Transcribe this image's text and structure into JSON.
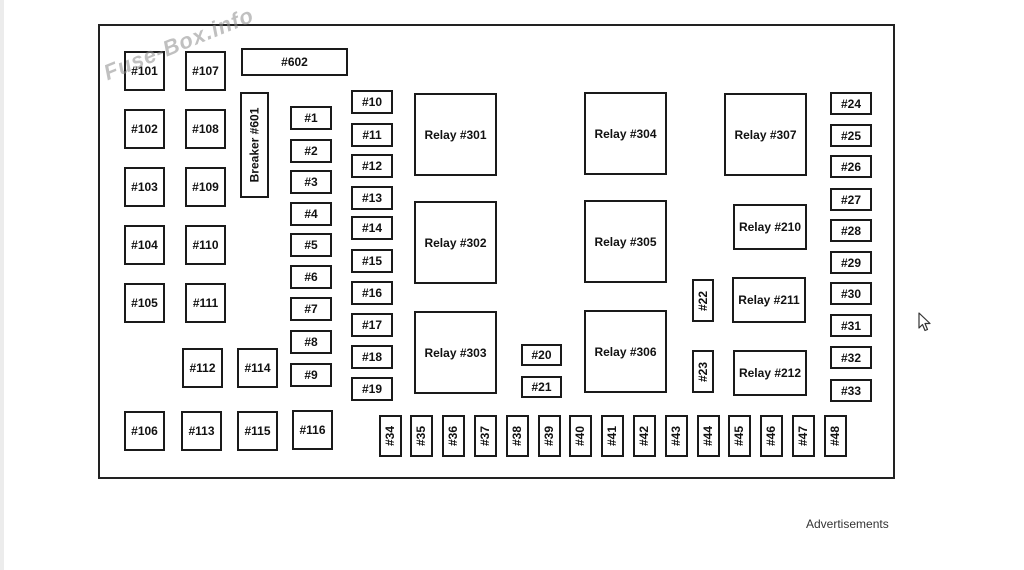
{
  "caption": "",
  "watermark": "Fuse-Box.info",
  "advertisements": "Advertisements",
  "fuses": {
    "f101": "#101",
    "f102": "#102",
    "f103": "#103",
    "f104": "#104",
    "f105": "#105",
    "f106": "#106",
    "f107": "#107",
    "f108": "#108",
    "f109": "#109",
    "f110": "#110",
    "f111": "#111",
    "f112": "#112",
    "f113": "#113",
    "f114": "#114",
    "f115": "#115",
    "f116": "#116",
    "f602": "#602",
    "breaker601": "Breaker #601",
    "f1": "#1",
    "f2": "#2",
    "f3": "#3",
    "f4": "#4",
    "f5": "#5",
    "f6": "#6",
    "f7": "#7",
    "f8": "#8",
    "f9": "#9",
    "f10": "#10",
    "f11": "#11",
    "f12": "#12",
    "f13": "#13",
    "f14": "#14",
    "f15": "#15",
    "f16": "#16",
    "f17": "#17",
    "f18": "#18",
    "f19": "#19",
    "f20": "#20",
    "f21": "#21",
    "f22": "#22",
    "f23": "#23",
    "f24": "#24",
    "f25": "#25",
    "f26": "#26",
    "f27": "#27",
    "f28": "#28",
    "f29": "#29",
    "f30": "#30",
    "f31": "#31",
    "f32": "#32",
    "f33": "#33",
    "f34": "#34",
    "f35": "#35",
    "f36": "#36",
    "f37": "#37",
    "f38": "#38",
    "f39": "#39",
    "f40": "#40",
    "f41": "#41",
    "f42": "#42",
    "f43": "#43",
    "f44": "#44",
    "f45": "#45",
    "f46": "#46",
    "f47": "#47",
    "f48": "#48"
  },
  "relays": {
    "r301": "Relay  #301",
    "r302": "Relay  #302",
    "r303": "Relay  #303",
    "r304": "Relay  #304",
    "r305": "Relay  #305",
    "r306": "Relay  #306",
    "r307": "Relay #307",
    "r210": "Relay #210",
    "r211": "Relay #211",
    "r212": "Relay #212"
  }
}
